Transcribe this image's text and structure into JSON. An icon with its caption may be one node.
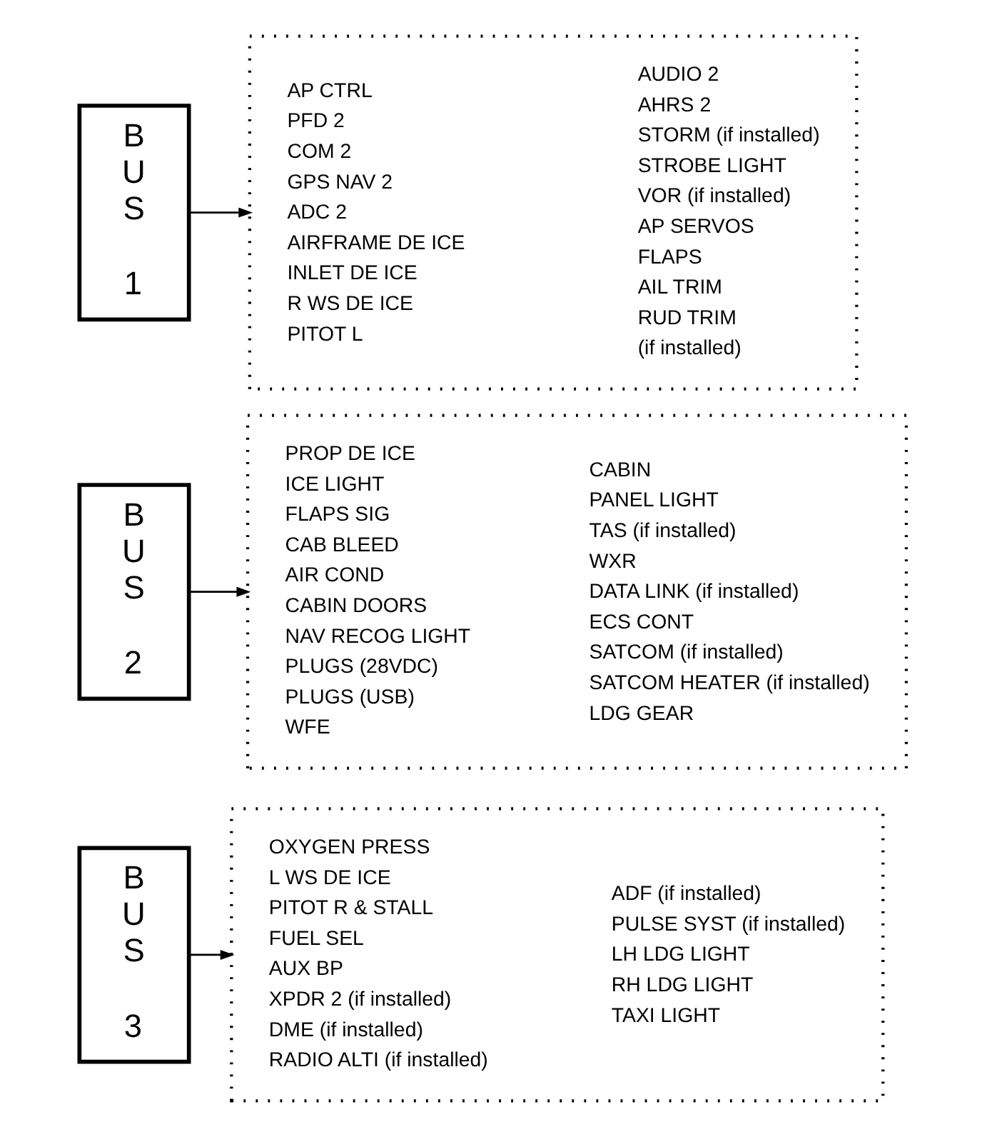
{
  "diagram": {
    "nodes": [
      {
        "text": [
          "B U S",
          "1"
        ]
      },
      {
        "text": [],
        "shape": "box"
      },
      {
        "text": [
          "AP CTRL",
          "PFD 2",
          "COM 2",
          "GPS NAV 2",
          "ADC 2",
          "AIRFRAME DE ICE",
          "INLET DE ICE",
          "R WS DE ICE",
          "PITOT L"
        ],
        "in": 1
      },
      {
        "text": [
          "AUDIO 2",
          "AHRS 2",
          "STORM (if installed)",
          "STROBE LIGHT",
          "VOR (if installed)",
          "AP SERVOS",
          "FLAPS",
          "AIL TRIM",
          "RUD TRIM",
          "(if installed)"
        ],
        "in": 1
      },
      {
        "text": [
          "B U S",
          "2"
        ]
      },
      {
        "text": [],
        "shape": "box"
      },
      {
        "text": [
          "PROP DE ICE",
          "ICE LIGHT",
          "FLAPS SIG",
          "CAB BLEED",
          "AIR COND",
          "CABIN DOORS",
          "NAV RECOG LIGHT",
          "PLUGS (28VDC)",
          "PLUGS (USB)",
          "WFE"
        ],
        "in": 5
      },
      {
        "text": [
          "CABIN",
          "PANEL LIGHT",
          "TAS (if installed)",
          "WXR",
          "DATA LINK (if installed)",
          "ECS CONT",
          "SATCOM (if installed)",
          "SATCOM HEATER (if installed)",
          "LDG GEAR"
        ],
        "in": 5
      },
      {
        "text": [
          "B U S",
          "3"
        ]
      },
      {
        "text": [],
        "shape": "box"
      },
      {
        "text": [
          "OXYGEN PRESS",
          "L WS DE ICE",
          "PITOT R & STALL",
          "FUEL SEL",
          "AUX BP",
          "XPDR 2 (if installed)",
          "DME (if installed)",
          "RADIO ALTI (if installed)"
        ],
        "in": 9
      },
      {
        "text": [
          "ADF (if installed)",
          "PULSE SYST (if installed)",
          "LH LDG LIGHT",
          "RH LDG LIGHT",
          "TAXI LIGHT"
        ],
        "in": 9
      }
    ],
    "edges": [
      {
        "from": 0,
        "to": 1,
        "arrow": "to"
      },
      {
        "from": 4,
        "to": 5,
        "arrow": "to"
      },
      {
        "from": 8,
        "to": 9,
        "arrow": "to"
      }
    ]
  }
}
